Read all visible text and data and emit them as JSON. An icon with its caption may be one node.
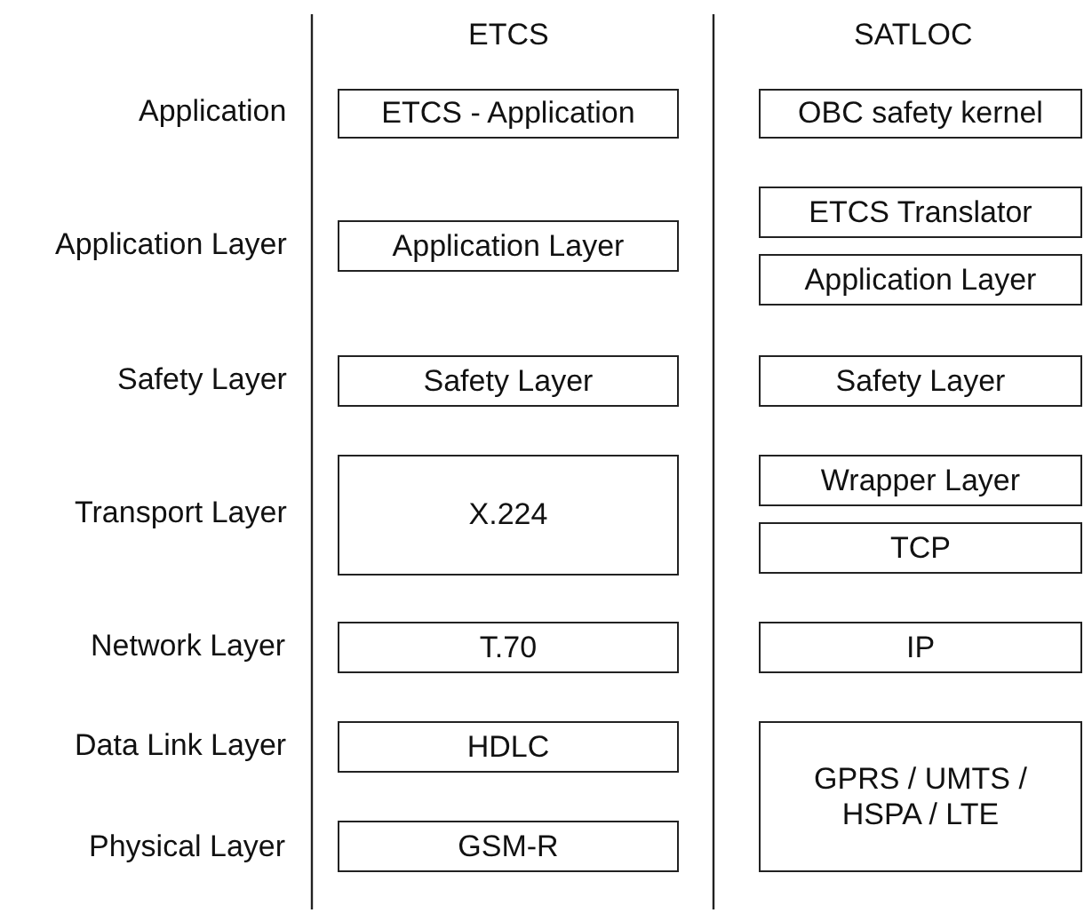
{
  "diagram": {
    "nodes": [
      {
        "text": [
          "ETCS - Application"
        ]
      },
      {
        "text": [
          "OBC safety kernel"
        ]
      },
      {
        "text": [
          "Application Layer"
        ]
      },
      {
        "text": [
          "ETCS Translator"
        ]
      },
      {
        "text": [
          "Application Layer"
        ]
      },
      {
        "text": [
          "Safety Layer"
        ]
      },
      {
        "text": [
          "Safety Layer"
        ]
      },
      {
        "text": [
          "X.224"
        ]
      },
      {
        "text": [
          "Wrapper Layer"
        ]
      },
      {
        "text": [
          "TCP"
        ]
      },
      {
        "text": [
          "T.70"
        ]
      },
      {
        "text": [
          "IP"
        ]
      },
      {
        "text": [
          "HDLC"
        ]
      },
      {
        "text": [
          "GPRS / UMTS / HSPA / LTE"
        ]
      },
      {
        "text": [
          "GSM-R"
        ]
      }
    ],
    "edges": [],
    "labels": [
      "ETCS",
      "SATLOC",
      "Application",
      "Application Layer",
      "Safety Layer",
      "Transport Layer",
      "Network Layer",
      "Data Link Layer",
      "Physical Layer"
    ]
  }
}
